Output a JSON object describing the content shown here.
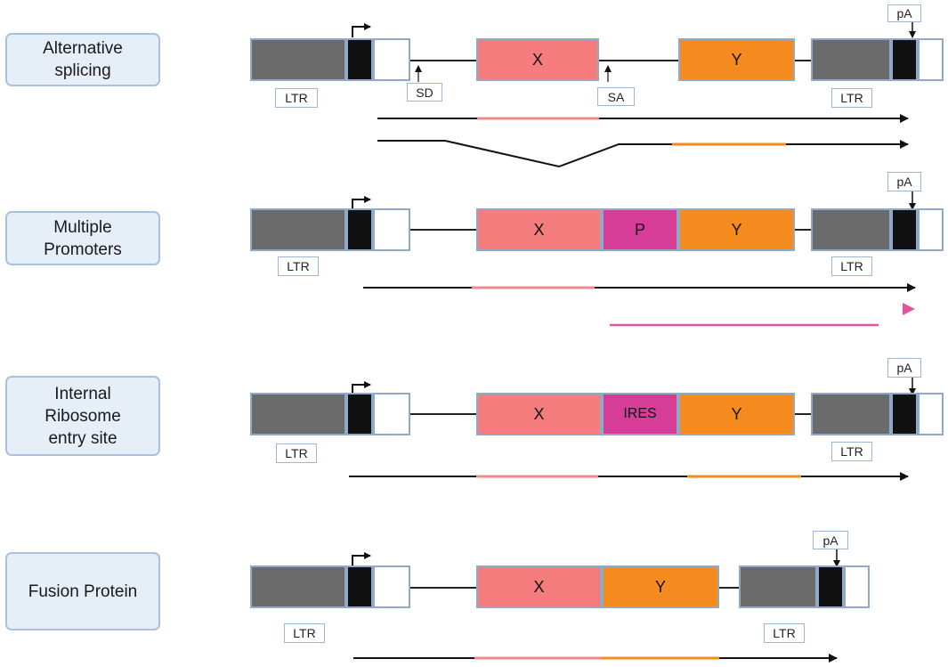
{
  "categories": [
    {
      "label": "Alternative\nsplicing"
    },
    {
      "label": "Multiple\nPromoters"
    },
    {
      "label": "Internal\nRibosome\nentry site"
    },
    {
      "label": "Fusion Protein"
    }
  ],
  "labels": {
    "ltr": "LTR",
    "pa": "pA",
    "sd": "SD",
    "sa": "SA"
  },
  "genes": {
    "x": "X",
    "y": "Y",
    "p": "P",
    "ires": "IRES"
  },
  "colors": {
    "ltr_gray": "#6b6b6b",
    "gene_x": "#f47c7c",
    "gene_y": "#f58a1f",
    "promoter": "#d63d96",
    "ires": "#d63d96",
    "box_border": "#8fa9c8",
    "label_bg": "#e6eef8"
  }
}
